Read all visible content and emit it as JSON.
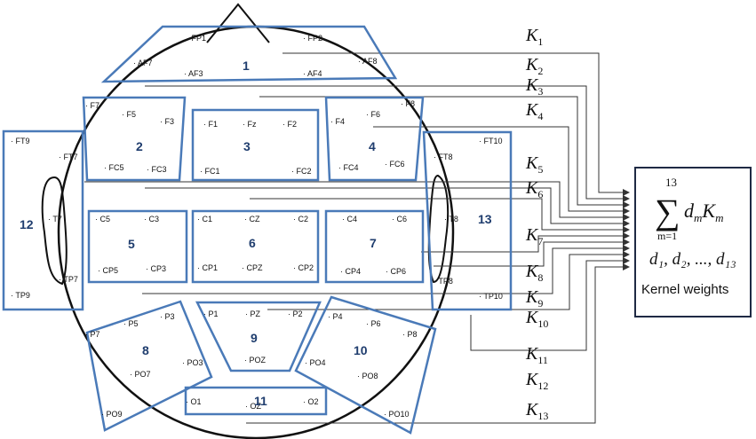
{
  "regions": [
    {
      "id": "r1",
      "label": "1"
    },
    {
      "id": "r2",
      "label": "2"
    },
    {
      "id": "r3",
      "label": "3"
    },
    {
      "id": "r4",
      "label": "4"
    },
    {
      "id": "r5",
      "label": "5"
    },
    {
      "id": "r6",
      "label": "6"
    },
    {
      "id": "r7",
      "label": "7"
    },
    {
      "id": "r8",
      "label": "8"
    },
    {
      "id": "r9",
      "label": "9"
    },
    {
      "id": "r10",
      "label": "10"
    },
    {
      "id": "r11",
      "label": "11"
    },
    {
      "id": "r12",
      "label": "12"
    },
    {
      "id": "r13",
      "label": "13"
    }
  ],
  "electrodes": [
    "FP1",
    "FP2",
    "AF7",
    "AF3",
    "AF4",
    "AF8",
    "F7",
    "F5",
    "F3",
    "F1",
    "Fz",
    "F2",
    "F4",
    "F6",
    "F8",
    "FT9",
    "FT7",
    "FC5",
    "FC3",
    "FC1",
    "FC2",
    "FC4",
    "FC6",
    "FT8",
    "FT10",
    "T7",
    "C5",
    "C3",
    "C1",
    "CZ",
    "C2",
    "C4",
    "C6",
    "T8",
    "TP9",
    "TP7",
    "CP5",
    "CP3",
    "CP1",
    "CPZ",
    "CP2",
    "CP4",
    "CP6",
    "TP8",
    "TP10",
    "P7",
    "P5",
    "P3",
    "P1",
    "PZ",
    "P2",
    "P4",
    "P6",
    "P8",
    "PO9",
    "PO7",
    "PO3",
    "POZ",
    "PO4",
    "PO8",
    "PO10",
    "O1",
    "OZ",
    "O2"
  ],
  "kernels": [
    {
      "symbol": "K",
      "sub": "1"
    },
    {
      "symbol": "K",
      "sub": "2"
    },
    {
      "symbol": "K",
      "sub": "3"
    },
    {
      "symbol": "K",
      "sub": "4"
    },
    {
      "symbol": "K",
      "sub": "5"
    },
    {
      "symbol": "K",
      "sub": "6"
    },
    {
      "symbol": "K",
      "sub": "7"
    },
    {
      "symbol": "K",
      "sub": "8"
    },
    {
      "symbol": "K",
      "sub": "9"
    },
    {
      "symbol": "K",
      "sub": "10"
    },
    {
      "symbol": "K",
      "sub": "11"
    },
    {
      "symbol": "K",
      "sub": "12"
    },
    {
      "symbol": "K",
      "sub": "13"
    }
  ],
  "formula": {
    "sum_upper": "13",
    "sum_lower": "m=1",
    "sum_symbol": "∑",
    "term_d": "d",
    "term_d_sub": "m",
    "term_k": "K",
    "term_k_sub": "m",
    "weights": "d₁, d₂, ..., d₁₃",
    "caption": "Kernel weights"
  },
  "colors": {
    "region": "#4a7ab8",
    "region_label": "#1f3d6e",
    "arrow": "#333333"
  }
}
